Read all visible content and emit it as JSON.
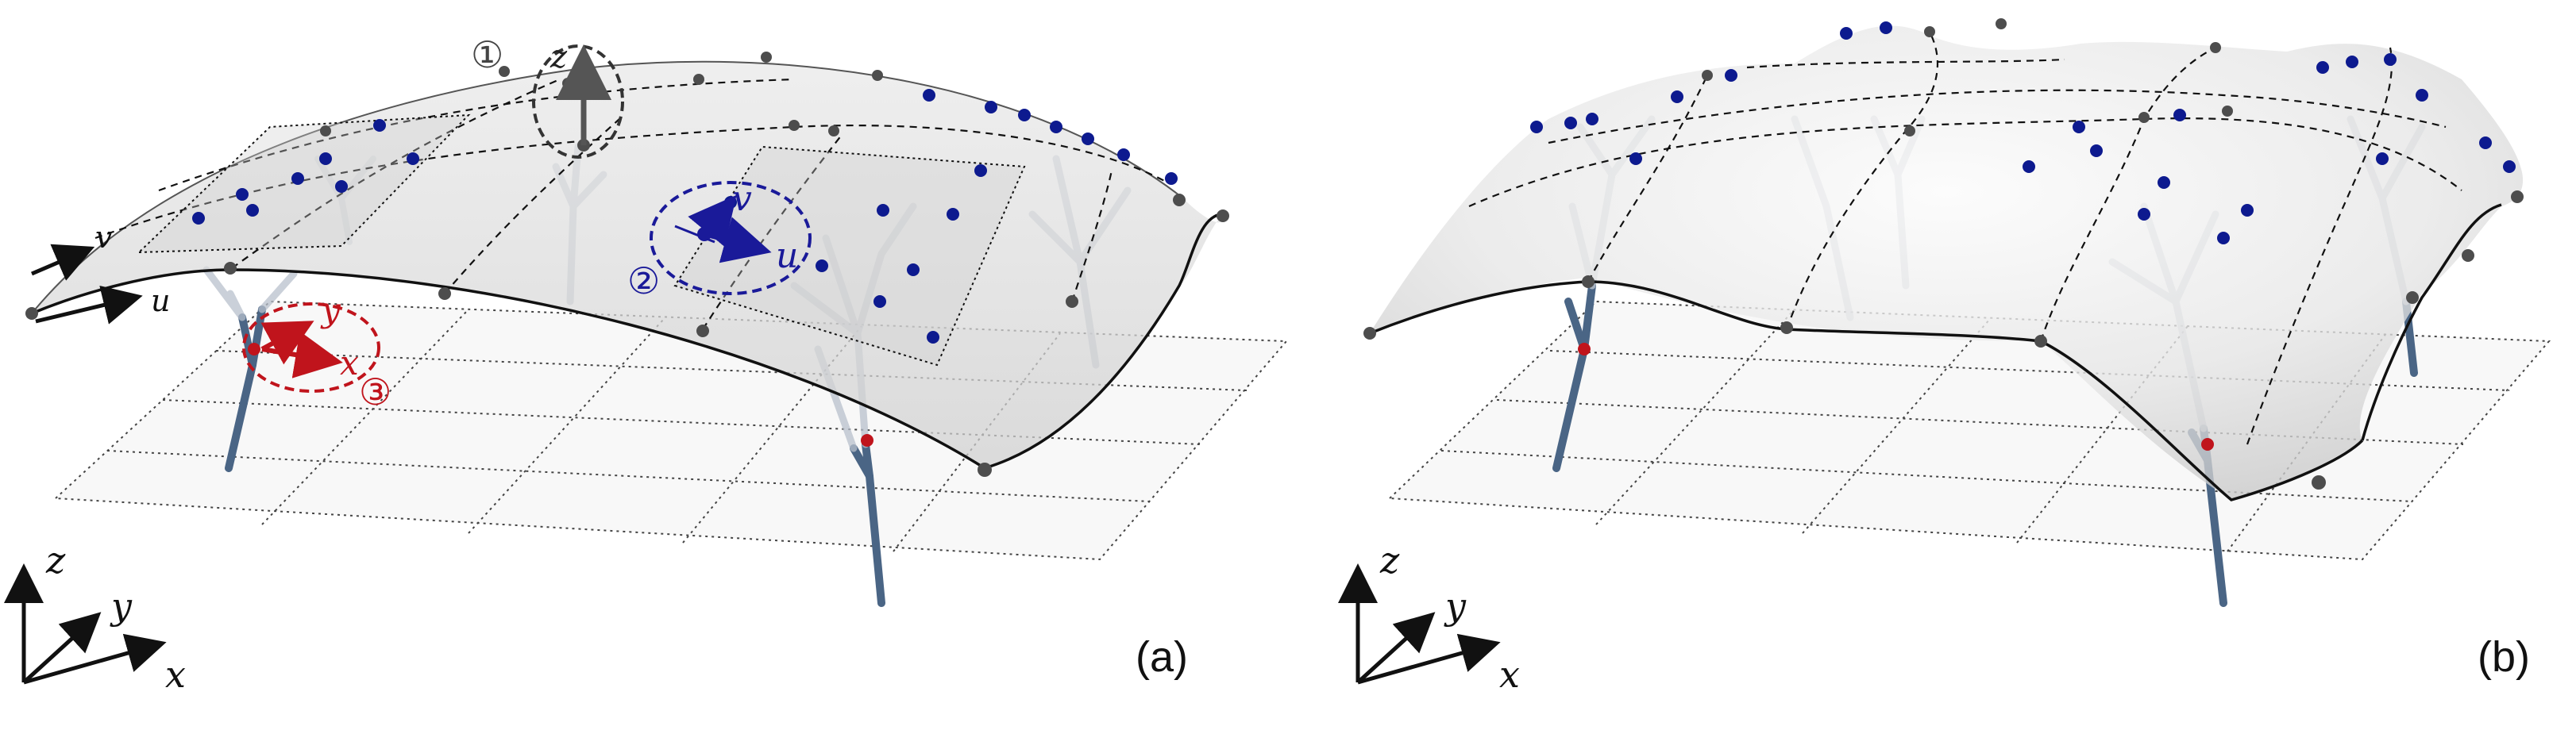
{
  "panel_a": {
    "label": "(a)",
    "axis_x": "x",
    "axis_y": "y",
    "axis_z": "z",
    "uv_u": "u",
    "uv_v": "v",
    "callout1_num": "①",
    "callout1_axis": "z",
    "callout2_num": "②",
    "callout2_u": "u",
    "callout2_v": "v",
    "callout3_num": "③",
    "callout3_x": "x",
    "callout3_y": "y"
  },
  "panel_b": {
    "label": "(b)",
    "axis_x": "x",
    "axis_y": "y",
    "axis_z": "z"
  },
  "colors": {
    "shell_fill": "#d9d9d9",
    "grid_line": "#333333",
    "column": "#4a6585",
    "control_point": "#0d1a8f",
    "node_dark": "#4d4d4d",
    "support_red": "#c0141c",
    "callout_black": "#333333",
    "callout_blue": "#1a1a99",
    "callout_red": "#c0141c"
  }
}
